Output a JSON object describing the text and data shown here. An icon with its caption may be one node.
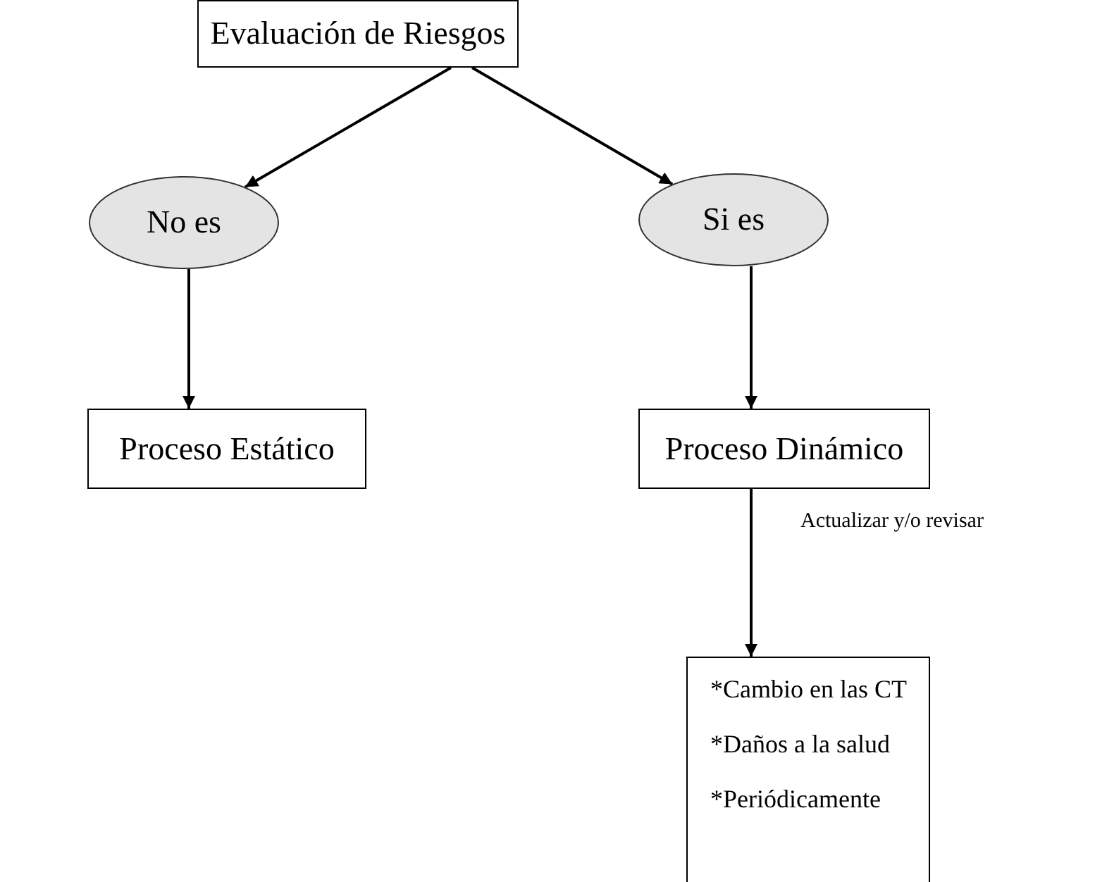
{
  "diagram": {
    "nodes": [
      {
        "text": [
          "Evaluación de Riesgos"
        ]
      },
      {
        "text": [
          "No es"
        ]
      },
      {
        "text": [
          "Si es"
        ]
      },
      {
        "text": [
          "Proceso Estático"
        ]
      },
      {
        "text": [
          "Proceso Dinámico"
        ]
      },
      {
        "text": [
          "*Cambio en las CT",
          "*Daños a la salud",
          "*Periódicamente"
        ]
      }
    ],
    "edges": [
      {
        "from": 0,
        "to": 1,
        "arrow": "to"
      },
      {
        "from": 0,
        "to": 2,
        "arrow": "to"
      },
      {
        "from": 1,
        "to": 3,
        "arrow": "to"
      },
      {
        "from": 2,
        "to": 4,
        "arrow": "to"
      },
      {
        "from": 4,
        "to": 5,
        "arrow": "to",
        "label": "Actualizar y/o revisar"
      }
    ]
  }
}
